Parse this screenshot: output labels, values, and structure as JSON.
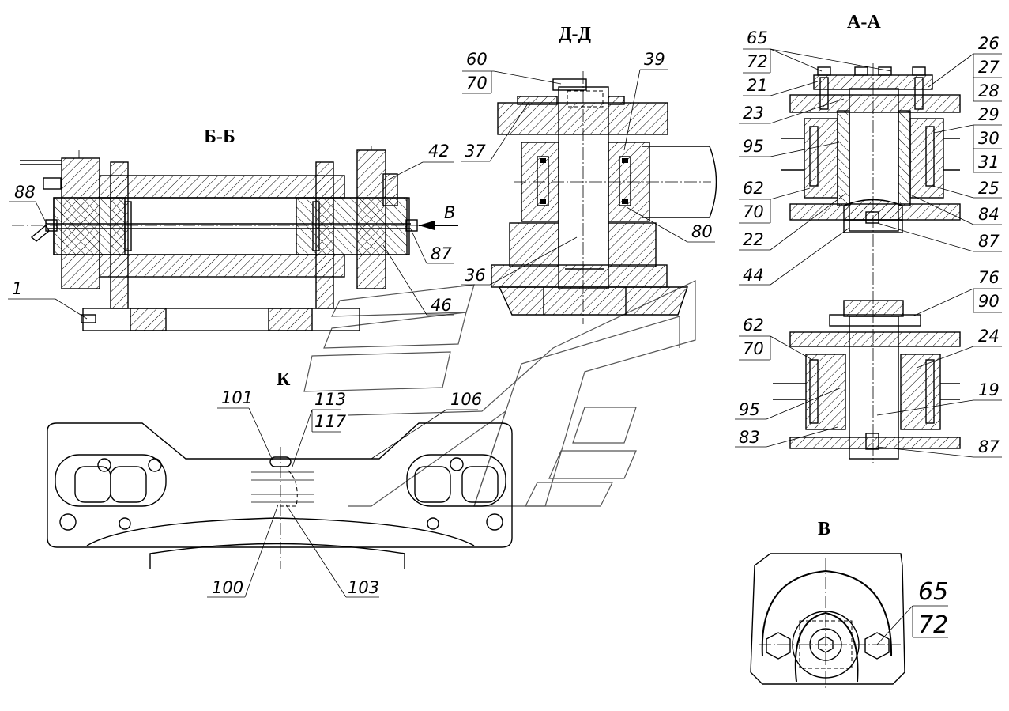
{
  "views": {
    "bb": "Б-Б",
    "dd": "Д-Д",
    "aa": "А-А",
    "k": "К",
    "v": "В"
  },
  "view_bb": {
    "callouts": [
      "88",
      "1",
      "42",
      "87",
      "46",
      "В"
    ]
  },
  "view_dd": {
    "callouts": [
      "60",
      "70",
      "39",
      "37",
      "80",
      "36"
    ]
  },
  "view_aa": {
    "callouts_left": [
      "65",
      "72",
      "21",
      "23",
      "95",
      "62",
      "70",
      "22",
      "44"
    ],
    "callouts_right": [
      "26",
      "27",
      "28",
      "29",
      "30",
      "31",
      "25",
      "84",
      "87"
    ],
    "lower_left": [
      "62",
      "70",
      "95",
      "83"
    ],
    "lower_right": [
      "76",
      "90",
      "24",
      "19",
      "87"
    ]
  },
  "view_k": {
    "callouts": [
      "101",
      "113",
      "117",
      "106",
      "100",
      "103"
    ]
  },
  "view_v": {
    "callouts": [
      "65",
      "72"
    ]
  }
}
